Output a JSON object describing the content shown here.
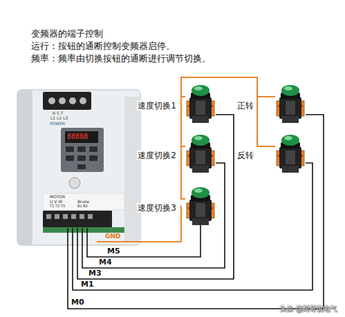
{
  "diagram": {
    "title": "变频器的端子控制",
    "nodes": [
      {
        "text": [
          "速度切换1"
        ]
      },
      {
        "text": [
          "速度切换2"
        ]
      },
      {
        "text": [
          "速度切换3"
        ]
      },
      {
        "text": [
          "正转"
        ]
      },
      {
        "text": [
          "反转"
        ]
      }
    ],
    "edges": [
      {
        "from": 0,
        "to": 1,
        "arrow": "none"
      },
      {
        "from": 1,
        "to": 2,
        "arrow": "none"
      },
      {
        "from": 0,
        "to": 3,
        "arrow": "none"
      },
      {
        "from": 3,
        "to": 4,
        "arrow": "none"
      }
    ],
    "labels": [
      "运行：按钮的通断控制变频器启停。",
      "频率：频率由切换按钮的通断进行调节切换。",
      "R S T",
      "L1 L2 L3",
      "POWER",
      "88888",
      "MOTOR",
      "U V W",
      "Brake",
      "T1 T2 T3",
      "B1 B2",
      "GND",
      "M5",
      "M4",
      "M3",
      "M1",
      "M0",
      "头条 @阎哥说电气"
    ]
  }
}
